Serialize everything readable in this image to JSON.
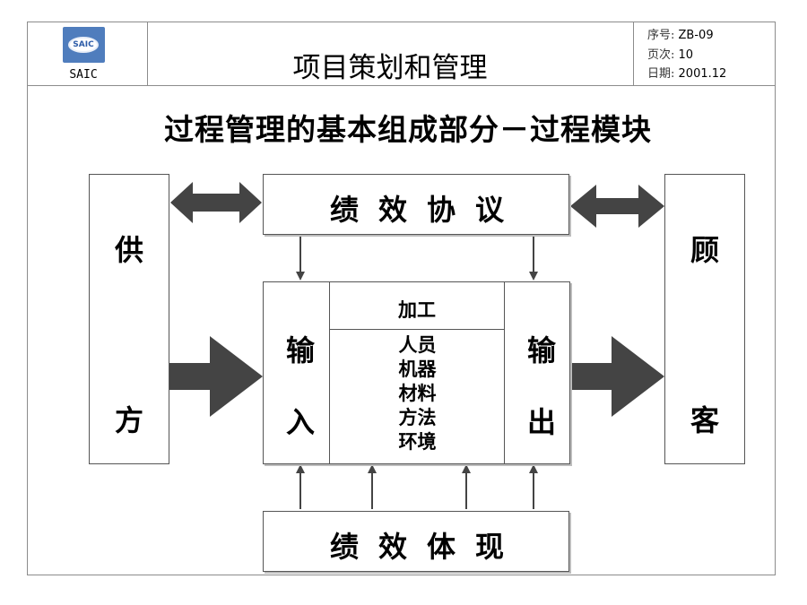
{
  "header": {
    "company": "SAIC",
    "logo_text": "SAIC",
    "title": "项目策划和管理",
    "serial_label": "序号:",
    "serial_value": "ZB-09",
    "page_label": "页次:",
    "page_value": "10",
    "date_label": "日期:",
    "date_value": "2001.12"
  },
  "heading": "过程管理的基本组成部分－过程模块",
  "diagram": {
    "supplier_top": "供",
    "supplier_bottom": "方",
    "customer_top": "顾",
    "customer_bottom": "客",
    "performance_agreement": "绩效协议",
    "performance_result": "绩效体现",
    "input_top": "输",
    "input_bottom": "入",
    "output_top": "输",
    "output_bottom": "出",
    "processing": "加工",
    "resources": [
      "人员",
      "机器",
      "材料",
      "方法",
      "环境"
    ]
  },
  "colors": {
    "arrow_fill": "#444444",
    "box_border": "#555555",
    "logo_blue": "#4f7dbd"
  }
}
